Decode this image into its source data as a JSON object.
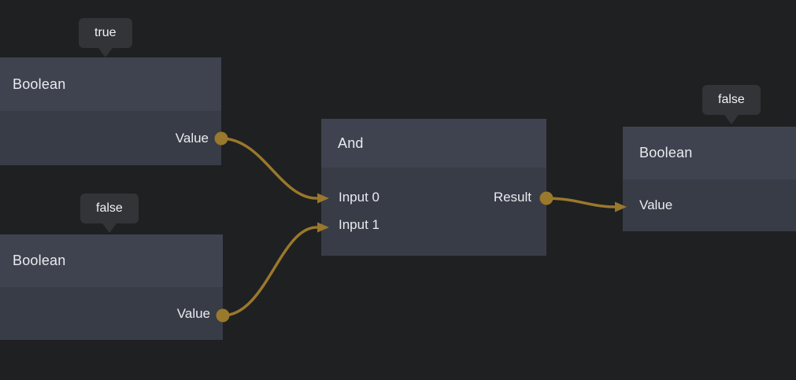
{
  "canvas": {
    "background": "#1f2021"
  },
  "colors": {
    "node_header": "#3f4350",
    "node_body": "#383c47",
    "node_text": "#e9ebee",
    "wire": "#9a782c",
    "tooltip_background": "#323438",
    "tooltip_text": "#f2f2f2"
  },
  "nodes": [
    {
      "id": "boolean-1",
      "title": "Boolean",
      "ports": [
        {
          "label": "Value",
          "direction": "output"
        }
      ]
    },
    {
      "id": "boolean-2",
      "title": "Boolean",
      "ports": [
        {
          "label": "Value",
          "direction": "output"
        }
      ]
    },
    {
      "id": "and-1",
      "title": "And",
      "ports": [
        {
          "label": "Input 0",
          "direction": "input"
        },
        {
          "label": "Input 1",
          "direction": "input"
        },
        {
          "label": "Result",
          "direction": "output"
        }
      ]
    },
    {
      "id": "boolean-3",
      "title": "Boolean",
      "ports": [
        {
          "label": "Value",
          "direction": "input"
        }
      ]
    }
  ],
  "tooltips": [
    {
      "text": "true",
      "attached_to": "boolean-1"
    },
    {
      "text": "false",
      "attached_to": "boolean-2"
    },
    {
      "text": "false",
      "attached_to": "boolean-3"
    }
  ],
  "wires": [
    {
      "from": "boolean-1.Value",
      "to": "and-1.Input 0"
    },
    {
      "from": "boolean-2.Value",
      "to": "and-1.Input 1"
    },
    {
      "from": "and-1.Result",
      "to": "boolean-3.Value"
    }
  ]
}
